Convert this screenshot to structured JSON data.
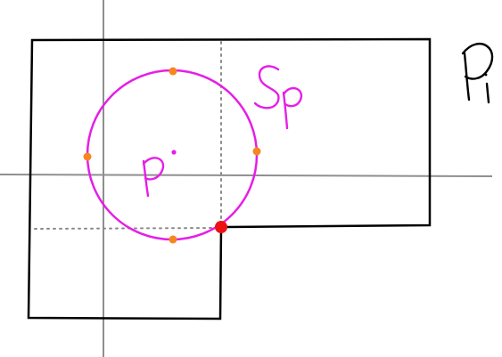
{
  "labels": {
    "polygon": "Pi",
    "circle": "Sp",
    "center": "p"
  },
  "colors": {
    "polygon": "#000000",
    "axes": "#8f8f8f",
    "guides": "#8a8a8a",
    "circle": "#e61ee6",
    "sample_points": "#f7861e",
    "corner_point": "#ee1111",
    "center_dot": "#e61ee6"
  },
  "elements": {
    "sample_point_count": 4,
    "corner_point_count": 1
  }
}
